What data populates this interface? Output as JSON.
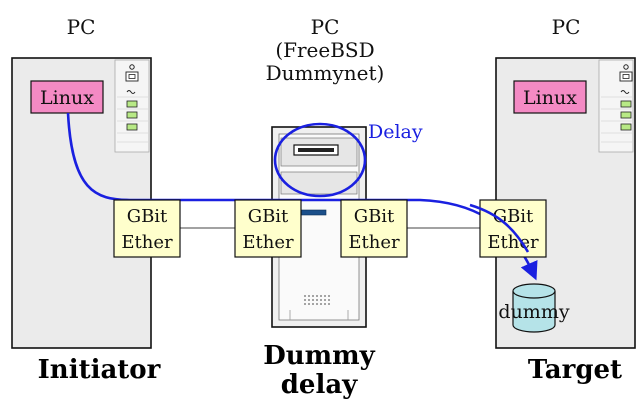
{
  "labels": {
    "pc_left": "PC",
    "pc_center": "PC",
    "pc_center_os_line1": "(FreeBSD",
    "pc_center_os_line2": "Dummynet)",
    "pc_right": "PC",
    "linux_left": "Linux",
    "linux_right": "Linux",
    "delay": "Delay",
    "nic_line1": "GBit",
    "nic_line2": "Ether",
    "dummy_disk": "dummy",
    "initiator": "Initiator",
    "dummy_delay_line1": "Dummy",
    "dummy_delay_line2": "delay",
    "target": "Target"
  },
  "colors": {
    "linux_box_fill": "#f48ac4",
    "nic_fill": "#ffffcc",
    "flow_arrow": "#1a20e0",
    "delay_text": "#1a20e0",
    "disk_fill": "#b5e3e8",
    "tower_fill": "#ebebeb",
    "port_green": "#b8e986"
  }
}
